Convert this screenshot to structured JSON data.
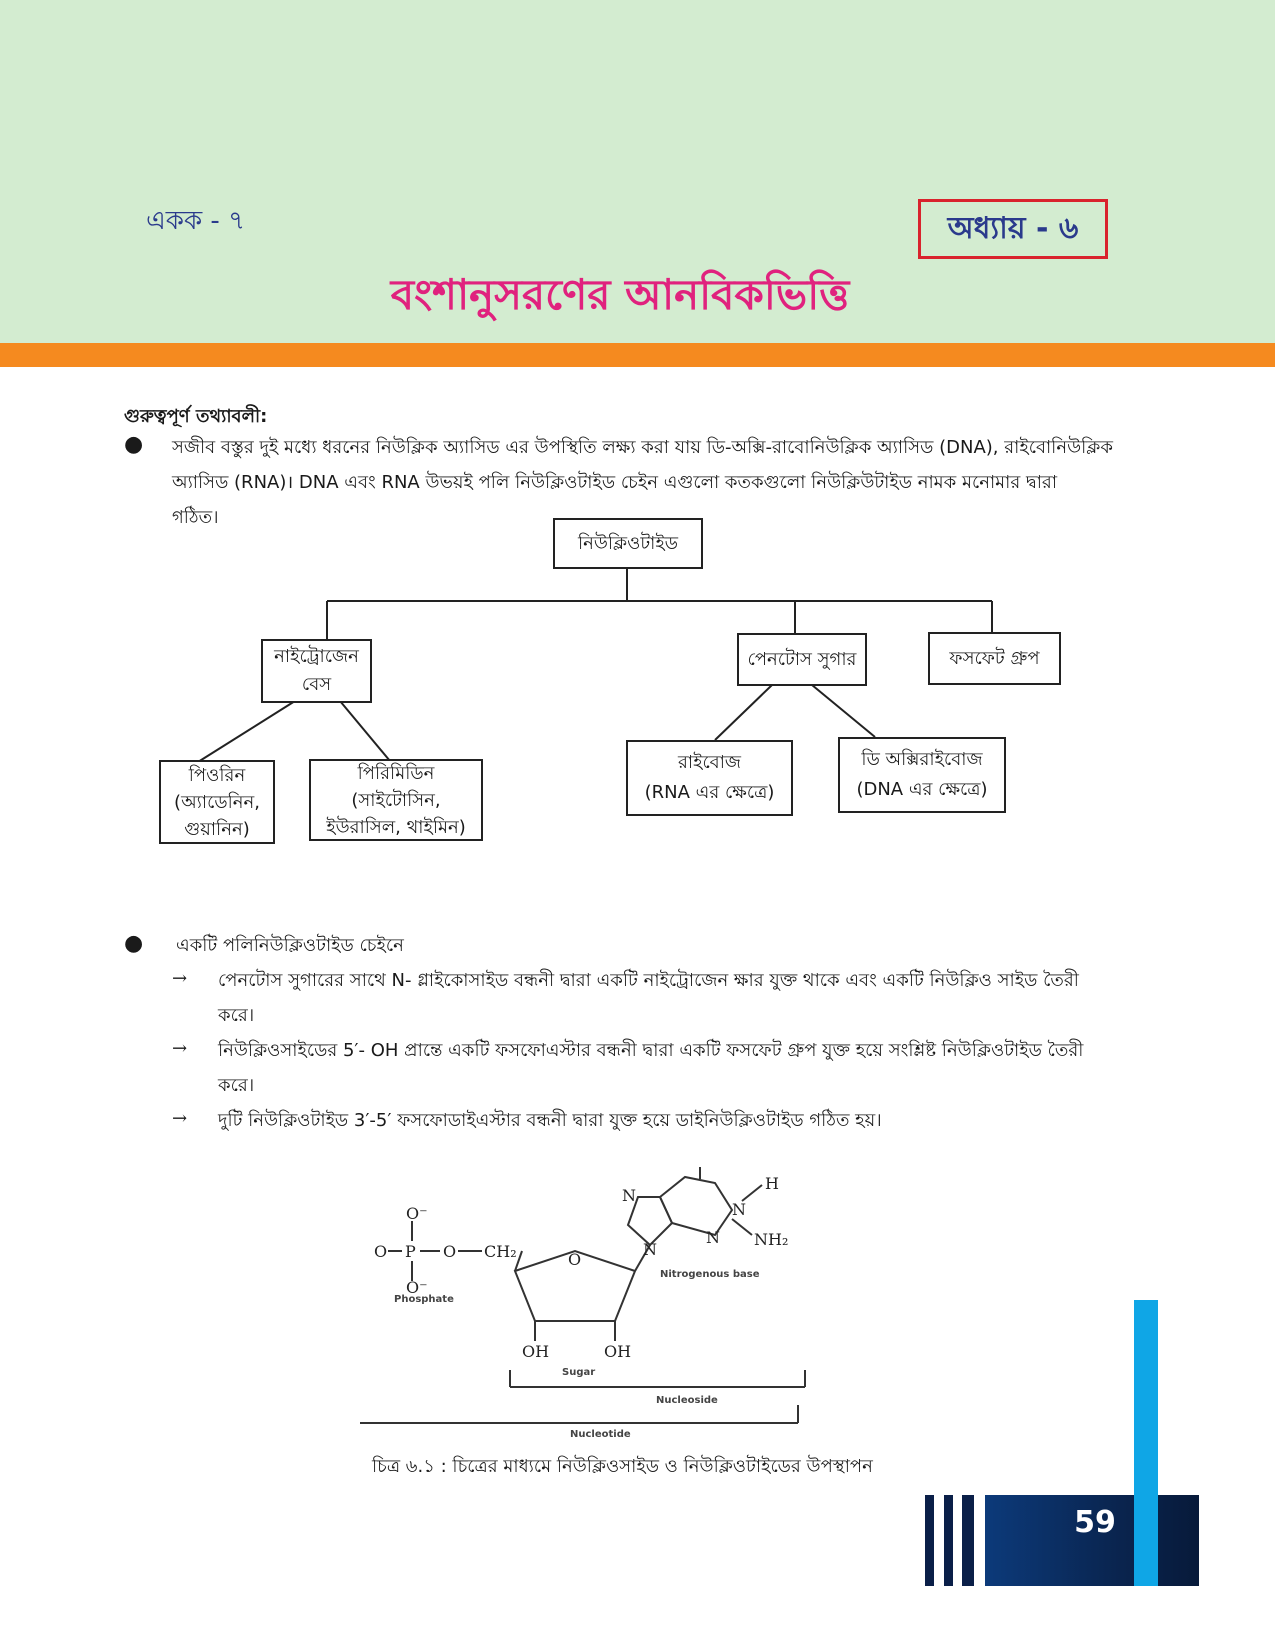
{
  "header": {
    "unit": "একক - ৭",
    "chapter": "অধ্যায় - ৬",
    "title": "বংশানুসরণের আনবিকভিত্তি"
  },
  "section_heading": "গুরুত্বপূর্ণ তথ্যাবলী:",
  "intro_lines": [
    "সজীব বস্তুর দুই মধ্যে ধরনের নিউক্লিক অ্যাসিড এর উপস্থিতি লক্ষ্য করা যায় ডি-অক্সি-রাবোনিউক্লিক অ্যাসিড (DNA), রাইবোনিউক্লিক",
    "অ্যাসিড (RNA)। DNA এবং RNA উভয়ই পলি নিউক্লিওটাইড চেইন এগুলো কতকগুলো নিউক্লিউটাইড নামক মনোমার দ্বারা",
    "গঠিত।"
  ],
  "diagram": {
    "root": "নিউক্লিওটাইড",
    "nitrogen_base": [
      "নাইট্রোজেন",
      "বেস"
    ],
    "pentose": "পেনটোস সুগার",
    "phosphate": "ফসফেট গ্রুপ",
    "purine": [
      "পিওরিন",
      "(অ্যাডেনিন,",
      "গুয়ানিন)"
    ],
    "pyrimidine": [
      "পিরিমিডিন",
      "(সাইটোসিন,",
      "ইউরাসিল, থাইমিন)"
    ],
    "ribose": [
      "রাইবোজ",
      "(RNA এর ক্ষেত্রে)"
    ],
    "deoxyribose": [
      "ডি অক্সিরাইবোজ",
      "(DNA এর ক্ষেত্রে)"
    ]
  },
  "chain": {
    "intro": "একটি পলিনিউক্লিওটাইড চেইনে",
    "points": [
      [
        "পেনটোস সুগারের সাথে N- গ্লাইকোসাইড বন্ধনী দ্বারা একটি নাইট্রোজেন ক্ষার যুক্ত থাকে এবং একটি নিউক্লিও সাইড তৈরী",
        "করে।"
      ],
      [
        "নিউক্লিওসাইডের 5′- OH প্রান্তে একটি ফসফোএস্টার বন্ধনী দ্বারা একটি ফসফেট গ্রুপ যুক্ত হয়ে সংশ্লিষ্ট নিউক্লিওটাইড তৈরী",
        "করে।"
      ],
      [
        "দুটি নিউক্লিওটাইড 3′-5′ ফসফোডাইএস্টার বন্ধনী দ্বারা যুক্ত হয়ে ডাইনিউক্লিওটাইড গঠিত হয়।"
      ]
    ]
  },
  "figure": {
    "phosphate": "Phosphate",
    "sugar": "Sugar",
    "base": "Nitrogenous base",
    "nucleoside": "Nucleoside",
    "nucleotide": "Nucleotide",
    "atoms": {
      "o": "O",
      "p": "P",
      "n": "N",
      "h": "H",
      "ch2": "CH₂",
      "nh2": "NH₂",
      "oh": "OH",
      "o_minus": "O⁻"
    }
  },
  "caption": "চিত্র ৬.১ : চিত্রের মাধ্যমে নিউক্লিওসাইড ও নিউক্লিওটাইডের উপস্থাপন",
  "page_number": "59",
  "colors": {
    "header_bg": "#d3ecd0",
    "orange": "#f58a1f",
    "title": "#e0227e",
    "navy": "#0a2550",
    "cyan": "#0fa6e6",
    "chapter_border": "#d9232d"
  }
}
